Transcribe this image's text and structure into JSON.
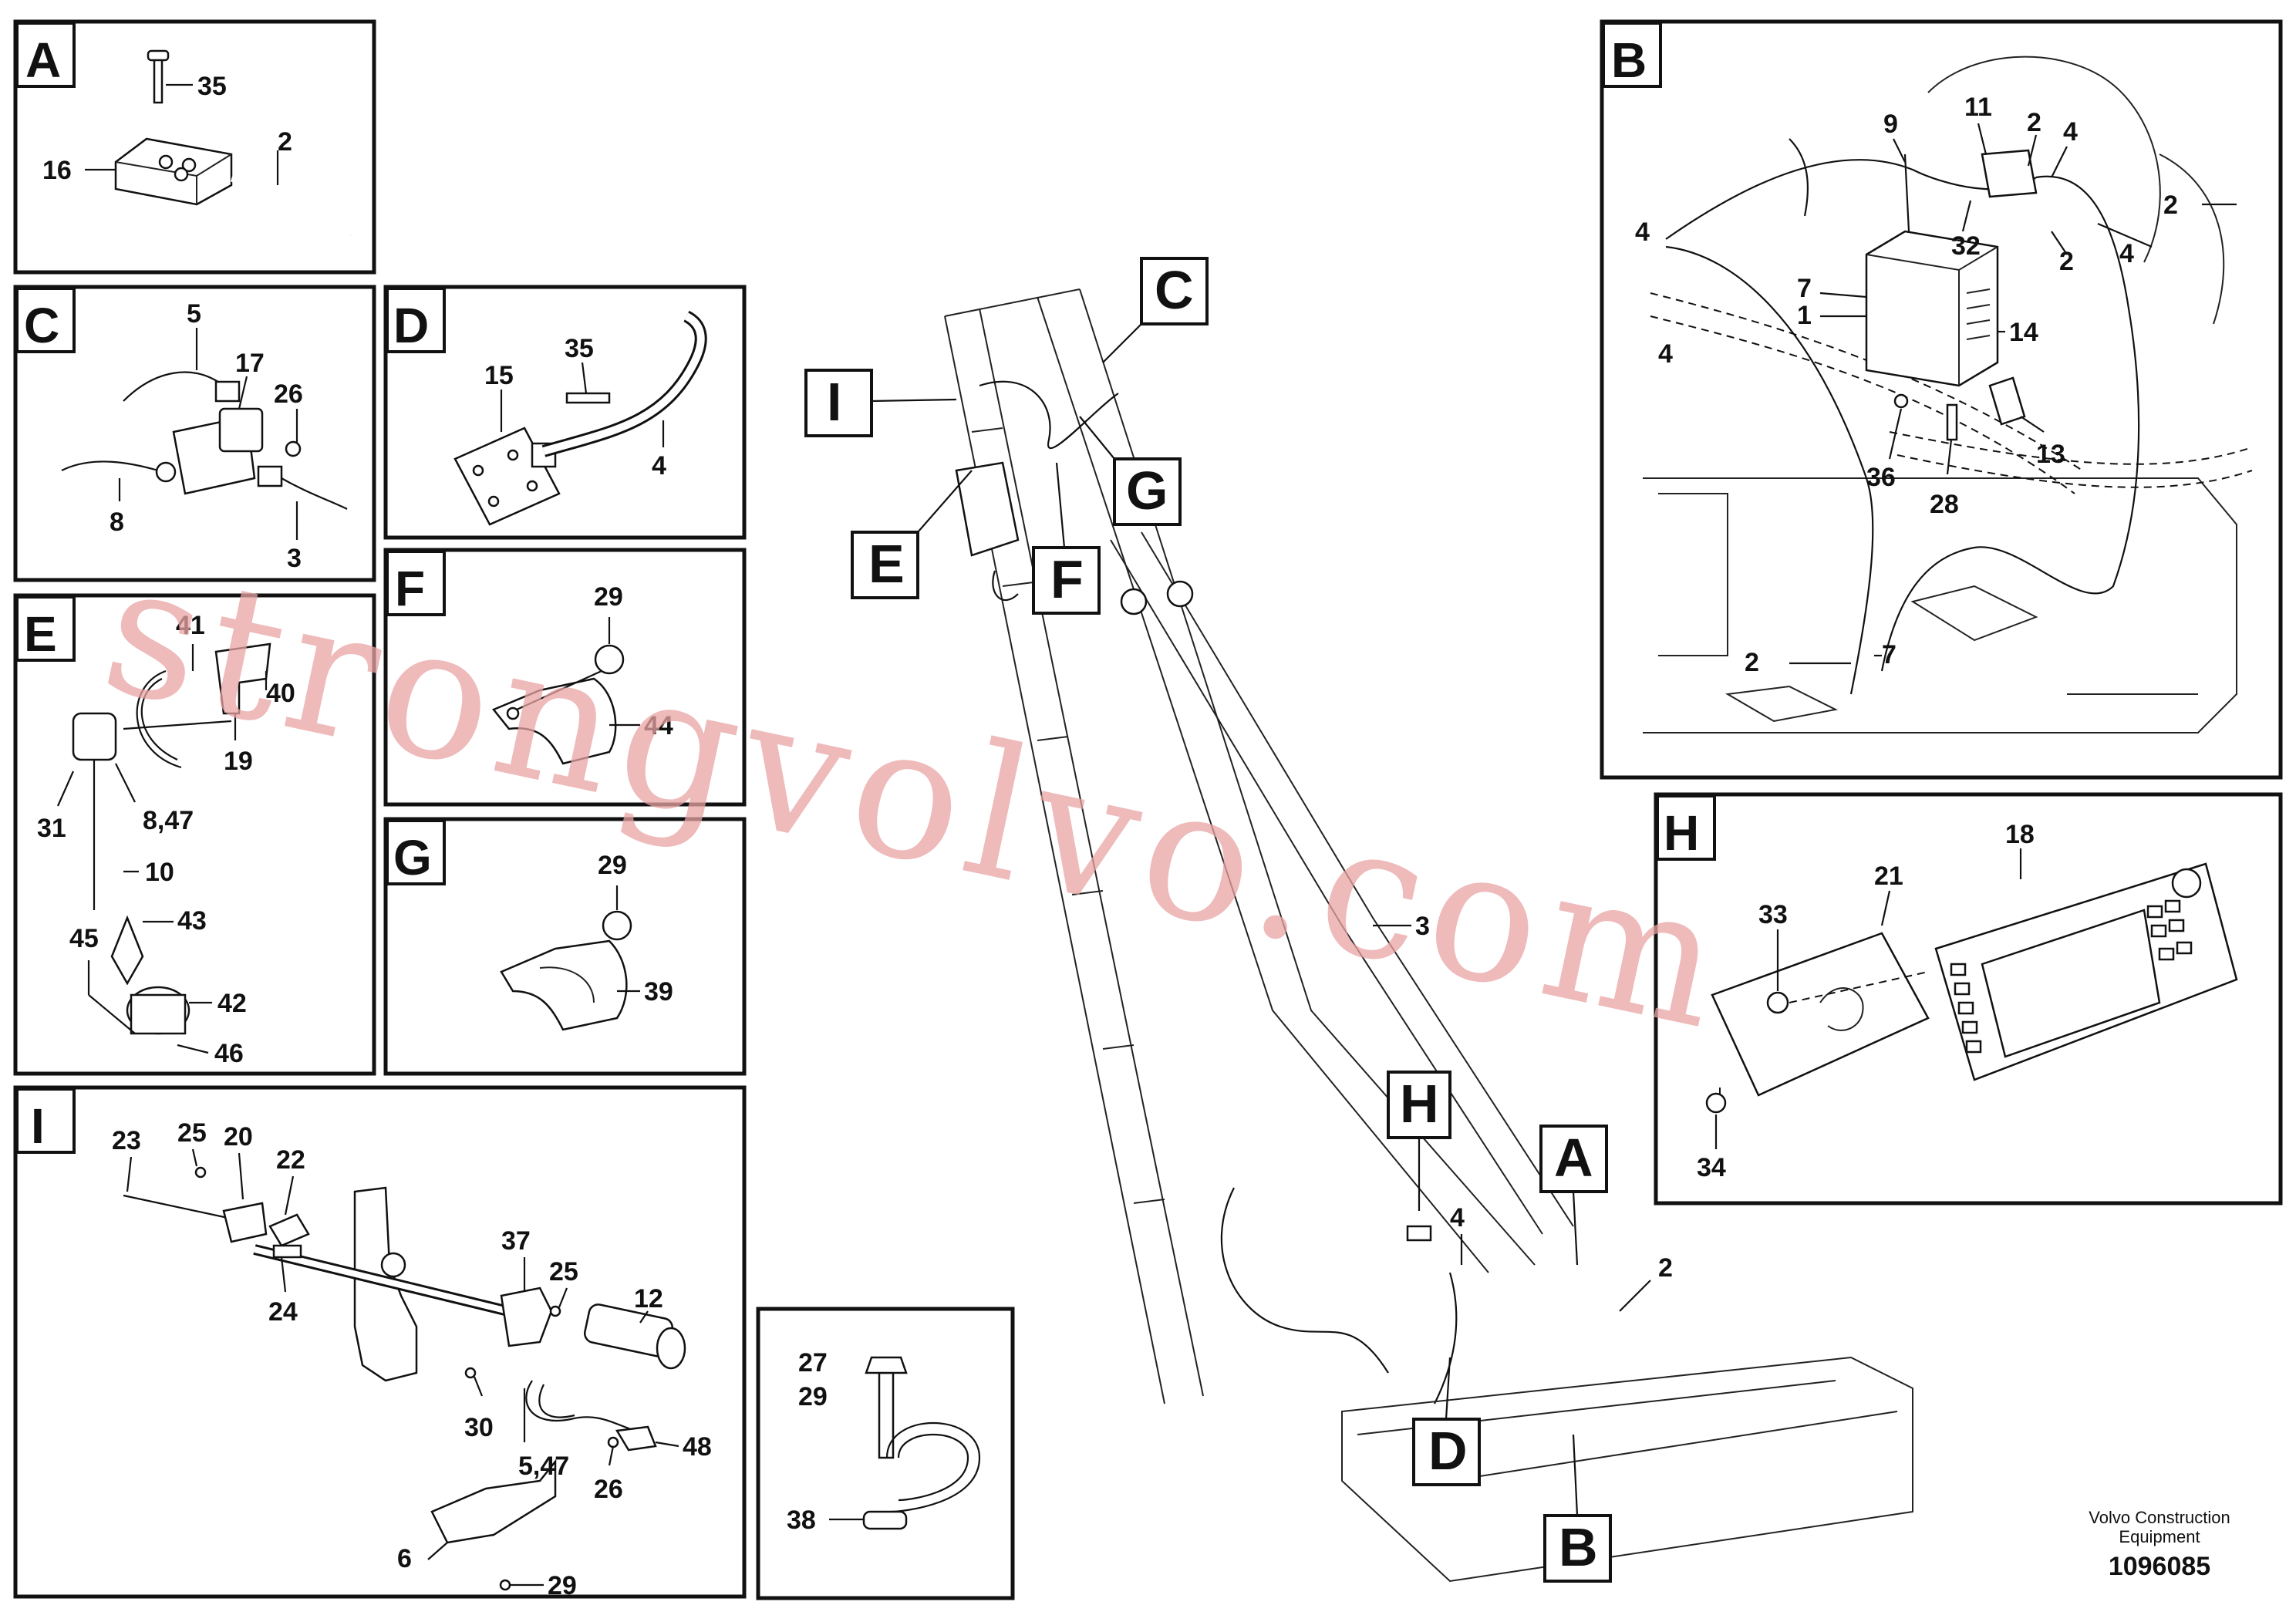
{
  "panels": {
    "A": {
      "letter": "A",
      "labels": [
        "35",
        "2",
        "16"
      ]
    },
    "B": {
      "letter": "B",
      "labels": [
        "9",
        "11",
        "2",
        "4",
        "4",
        "2",
        "4",
        "7",
        "1",
        "14",
        "32",
        "2",
        "4",
        "36",
        "28",
        "13",
        "2",
        "7"
      ]
    },
    "C": {
      "letter": "C",
      "labels": [
        "5",
        "17",
        "26",
        "8",
        "3"
      ]
    },
    "D": {
      "letter": "D",
      "labels": [
        "15",
        "35",
        "4"
      ]
    },
    "E": {
      "letter": "E",
      "labels": [
        "41",
        "40",
        "19",
        "31",
        "8,47",
        "10",
        "43",
        "45",
        "42",
        "46"
      ]
    },
    "F": {
      "letter": "F",
      "labels": [
        "29",
        "44"
      ]
    },
    "G": {
      "letter": "G",
      "labels": [
        "29",
        "39"
      ]
    },
    "H": {
      "letter": "H",
      "labels": [
        "18",
        "21",
        "33",
        "34"
      ]
    },
    "I": {
      "letter": "I",
      "labels": [
        "23",
        "25",
        "20",
        "22",
        "24",
        "37",
        "25",
        "12",
        "30",
        "5,47",
        "26",
        "48",
        "6",
        "29"
      ]
    },
    "J": {
      "labels": [
        "27",
        "29",
        "38"
      ]
    }
  },
  "callouts": [
    "C",
    "I",
    "G",
    "E",
    "F",
    "H",
    "A",
    "D",
    "B"
  ],
  "main_labels": [
    "3",
    "4",
    "2"
  ],
  "watermark": "strongvolvo.com",
  "footer": {
    "line1": "Volvo Construction",
    "line2": "Equipment",
    "doc_number": "1096085"
  },
  "colors": {
    "ink": "#111111",
    "watermark": "#e8a3a3",
    "background": "#ffffff"
  }
}
